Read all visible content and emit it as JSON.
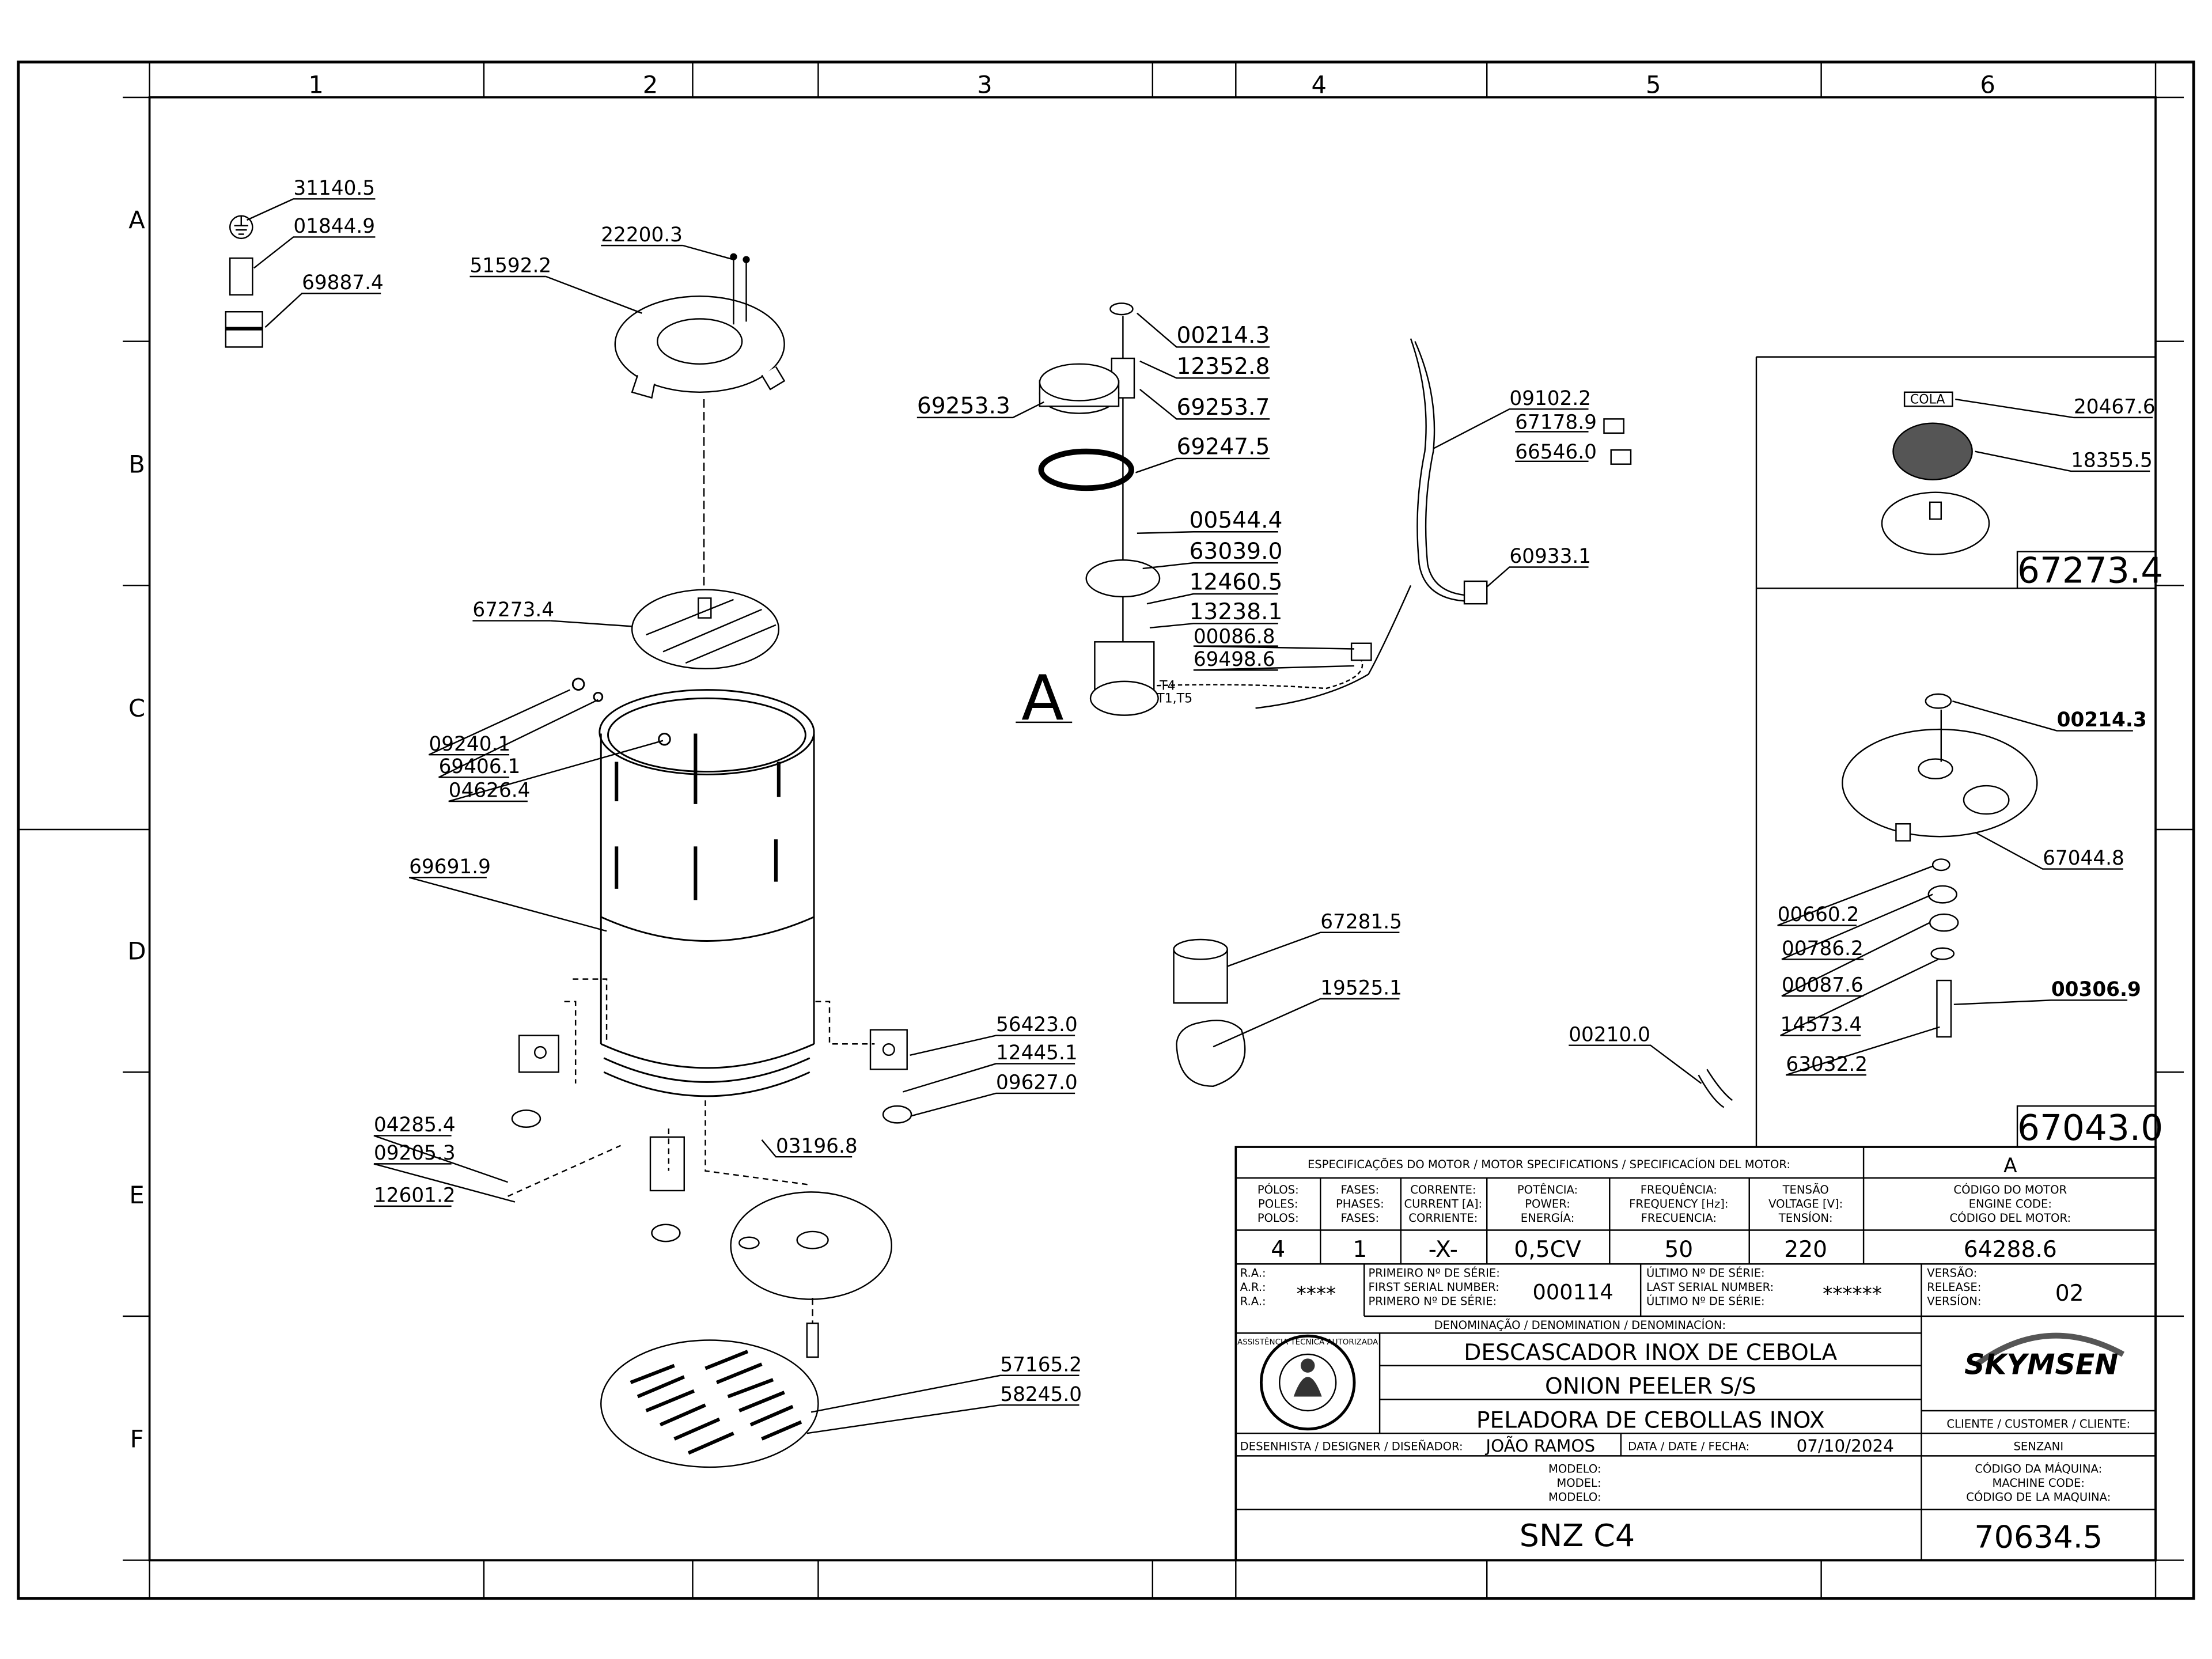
{
  "grid": {
    "columns": [
      "1",
      "2",
      "3",
      "4",
      "5",
      "6"
    ],
    "rows": [
      "A",
      "B",
      "C",
      "D",
      "E",
      "F"
    ]
  },
  "part_labels": [
    {
      "id": "31140.5"
    },
    {
      "id": "01844.9"
    },
    {
      "id": "69887.4"
    },
    {
      "id": "22200.3"
    },
    {
      "id": "51592.2"
    },
    {
      "id": "67273.4"
    },
    {
      "id": "09240.1"
    },
    {
      "id": "69406.1"
    },
    {
      "id": "04626.4"
    },
    {
      "id": "69691.9"
    },
    {
      "id": "56423.0"
    },
    {
      "id": "12445.1"
    },
    {
      "id": "09627.0"
    },
    {
      "id": "04285.4"
    },
    {
      "id": "09205.3"
    },
    {
      "id": "12601.2"
    },
    {
      "id": "03196.8"
    },
    {
      "id": "57165.2"
    },
    {
      "id": "58245.0"
    },
    {
      "id": "00214.3"
    },
    {
      "id": "12352.8"
    },
    {
      "id": "69253.7"
    },
    {
      "id": "69253.3"
    },
    {
      "id": "69247.5"
    },
    {
      "id": "00544.4"
    },
    {
      "id": "63039.0"
    },
    {
      "id": "12460.5"
    },
    {
      "id": "13238.1"
    },
    {
      "id": "00086.8"
    },
    {
      "id": "69498.6"
    },
    {
      "id": "09102.2"
    },
    {
      "id": "67178.9"
    },
    {
      "id": "66546.0"
    },
    {
      "id": "60933.1"
    },
    {
      "id": "67281.5"
    },
    {
      "id": "19525.1"
    },
    {
      "id": "00210.0"
    },
    {
      "id": "20467.6"
    },
    {
      "id": "18355.5"
    },
    {
      "id": "00214.3"
    },
    {
      "id": "67044.8"
    },
    {
      "id": "00660.2"
    },
    {
      "id": "00786.2"
    },
    {
      "id": "00087.6"
    },
    {
      "id": "00306.9"
    },
    {
      "id": "14573.4"
    },
    {
      "id": "63032.2"
    }
  ],
  "callouts": {
    "detail_letter": "A",
    "motor_terminal_1": "T4",
    "motor_terminal_2": "T1,T5",
    "cola_tag": "COLA",
    "assembly_1": "67273.4",
    "assembly_2": "67043.0"
  },
  "title_block": {
    "motor_spec_header": "ESPECIFICAÇÕES DO MOTOR / MOTOR SPECIFICATIONS / SPECIFICACÍON DEL MOTOR:",
    "motor_detail_letter": "A",
    "poles_label": [
      "PÓLOS:",
      "POLES:",
      "POLOS:"
    ],
    "phases_label": [
      "FASES:",
      "PHASES:",
      "FASES:"
    ],
    "current_label": [
      "CORRENTE:",
      "CURRENT [A]:",
      "CORRIENTE:"
    ],
    "power_label": [
      "POTÊNCIA:",
      "POWER:",
      "ENERGÍA:"
    ],
    "frequency_label": [
      "FREQUÊNCIA:",
      "FREQUENCY [Hz]:",
      "FRECUENCIA:"
    ],
    "voltage_label": [
      "TENSÃO",
      "VOLTAGE [V]:",
      "TENSÍON:"
    ],
    "engine_code_label": [
      "CÓDIGO DO MOTOR",
      "ENGINE CODE:",
      "CÓDIGO DEL MOTOR:"
    ],
    "poles": "4",
    "phases": "1",
    "current": "-X-",
    "power": "0,5CV",
    "frequency": "50",
    "voltage": "220",
    "engine_code": "64288.6",
    "ra_label": [
      "R.A.:",
      "A.R.:",
      "R.A.:"
    ],
    "ra_value": "****",
    "first_serial_label": [
      "PRIMEIRO Nº DE SÉRIE:",
      "FIRST SERIAL NUMBER:",
      "PRIMERO Nº DE SÉRIE:"
    ],
    "first_serial": "000114",
    "last_serial_label": [
      "ÚLTIMO Nº DE SÉRIE:",
      "LAST SERIAL NUMBER:",
      "ÚLTIMO Nº DE SÉRIE:"
    ],
    "last_serial": "******",
    "version_label": [
      "VERSÃO:",
      "RELEASE:",
      "VERSÍON:"
    ],
    "version": "02",
    "denomination_label": "DENOMINAÇÃO / DENOMINATION / DENOMINACÍON:",
    "name_pt": "DESCASCADOR INOX DE CEBOLA",
    "name_en": "ONION PEELER S/S",
    "name_es": "PELADORA DE CEBOLLAS INOX",
    "seal_text": "ASSISTÊNCIA TÉCNICA AUTORIZADA",
    "brand": "SKYMSEN",
    "designer_label": "DESENHISTA / DESIGNER / DISEÑADOR:",
    "designer": "JOÃO RAMOS",
    "date_label": "DATA / DATE / FECHA:",
    "date": "07/10/2024",
    "client_label": "CLIENTE / CUSTOMER / CLIENTE:",
    "client": "SENZANI",
    "model_label": [
      "MODELO:",
      "MODEL:",
      "MODELO:"
    ],
    "model": "SNZ C4",
    "machine_code_label": [
      "CÓDIGO DA MÁQUINA:",
      "MACHINE CODE:",
      "CÓDIGO DE LA MAQUINA:"
    ],
    "machine_code": "70634.5"
  }
}
